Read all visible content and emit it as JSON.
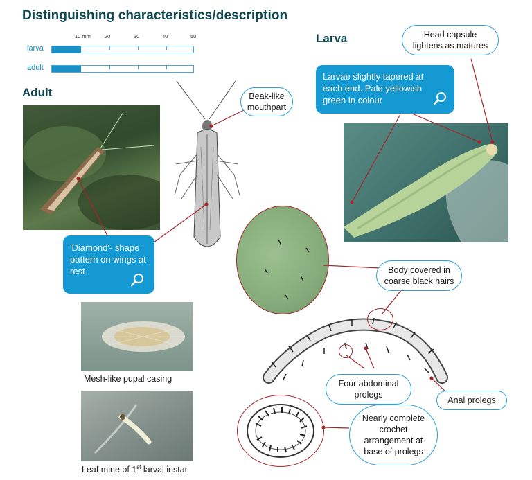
{
  "title": "Distinguishing characteristics/description",
  "scale": {
    "tick_labels": [
      "10 mm",
      "20",
      "30",
      "40",
      "50"
    ],
    "rows": [
      {
        "label": "larva"
      },
      {
        "label": "adult"
      }
    ]
  },
  "sections": {
    "adult": "Adult",
    "larva": "Larva"
  },
  "callouts": {
    "beak": "Beak-like mouthpart",
    "head": "Head capsule lightens as matures",
    "hairs": "Body covered in coarse black hairs",
    "prolegs4": "Four abdominal prolegs",
    "anal": "Anal prolegs",
    "crochet": "Nearly complete crochet arrangement at base of prolegs"
  },
  "blue_boxes": {
    "larvae": "Larvae slightly tapered at each end. Pale yellowish green in colour",
    "diamond": "'Diamond'- shape pattern on wings at rest"
  },
  "captions": {
    "pupa": "Mesh-like pupal casing",
    "mine_prefix": "Leaf mine of 1",
    "mine_sup": "st",
    "mine_suffix": " larval instar"
  },
  "colors": {
    "heading": "#0d4751",
    "accent": "#1599d3",
    "pointer": "#a3262b"
  },
  "icons": [
    "magnifier-icon"
  ]
}
